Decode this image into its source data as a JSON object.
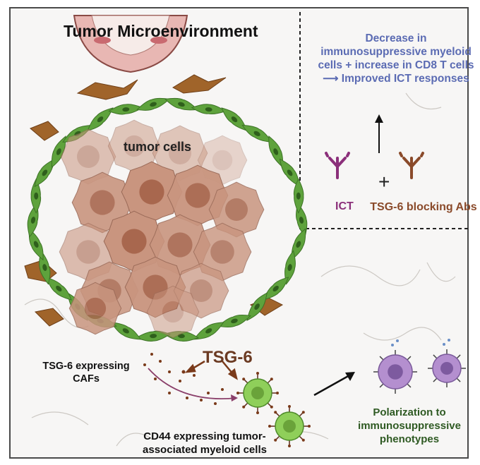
{
  "title": "Tumor Microenvironment",
  "outcome": "Decrease in immunosuppressive myeloid cells + increase in CD8 T cells ⟶ Improved ICT responses",
  "tumor_label": "tumor cells",
  "ict_label": "ICT",
  "plus": "+",
  "tsg6_abs_label": "TSG-6 blocking Abs",
  "tsg6_label": "TSG-6",
  "cafs_label": "TSG-6 expressing CAFs",
  "myeloid_label": "CD44 expressing tumor-associated myeloid cells",
  "polarization_label": "Polarization to immunosuppressive phenotypes",
  "colors": {
    "outcome": "#5b6bb3",
    "ict": "#8b2f7a",
    "tsg6_ab": "#8a4a2a",
    "caf": "#5ea23c",
    "tumor_cell": "#c9957f",
    "myeloid": "#8fcf5a",
    "polarized": "#b48fcf"
  }
}
